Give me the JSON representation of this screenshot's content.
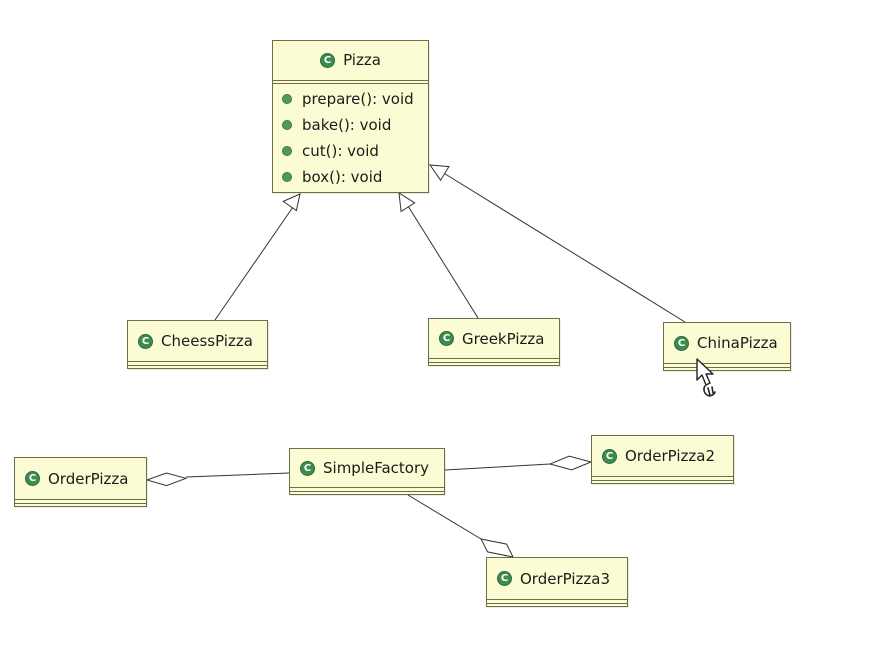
{
  "diagram": {
    "classes": {
      "pizza": {
        "name": "Pizza",
        "methods": [
          "prepare(): void",
          "bake(): void",
          "cut(): void",
          "box(): void"
        ]
      },
      "cheess_pizza": {
        "name": "CheessPizza"
      },
      "greek_pizza": {
        "name": "GreekPizza"
      },
      "china_pizza": {
        "name": "ChinaPizza"
      },
      "order_pizza": {
        "name": "OrderPizza"
      },
      "simple_factory": {
        "name": "SimpleFactory"
      },
      "order_pizza2": {
        "name": "OrderPizza2"
      },
      "order_pizza3": {
        "name": "OrderPizza3"
      }
    },
    "relations": [
      {
        "from": "CheessPizza",
        "to": "Pizza",
        "type": "generalization"
      },
      {
        "from": "GreekPizza",
        "to": "Pizza",
        "type": "generalization"
      },
      {
        "from": "ChinaPizza",
        "to": "Pizza",
        "type": "generalization"
      },
      {
        "from": "OrderPizza",
        "to": "SimpleFactory",
        "type": "aggregation"
      },
      {
        "from": "OrderPizza2",
        "to": "SimpleFactory",
        "type": "aggregation"
      },
      {
        "from": "OrderPizza3",
        "to": "SimpleFactory",
        "type": "aggregation"
      }
    ],
    "colors": {
      "class_fill": "#fcfcd4",
      "class_border": "#6e6e44",
      "class_icon": "#3d8b4f",
      "method_icon": "#4f9a52",
      "line": "#333333"
    },
    "icons": {
      "class": "class-c-icon",
      "method": "public-method-dot-icon",
      "cursor": "mouse-pointer-icon"
    }
  }
}
